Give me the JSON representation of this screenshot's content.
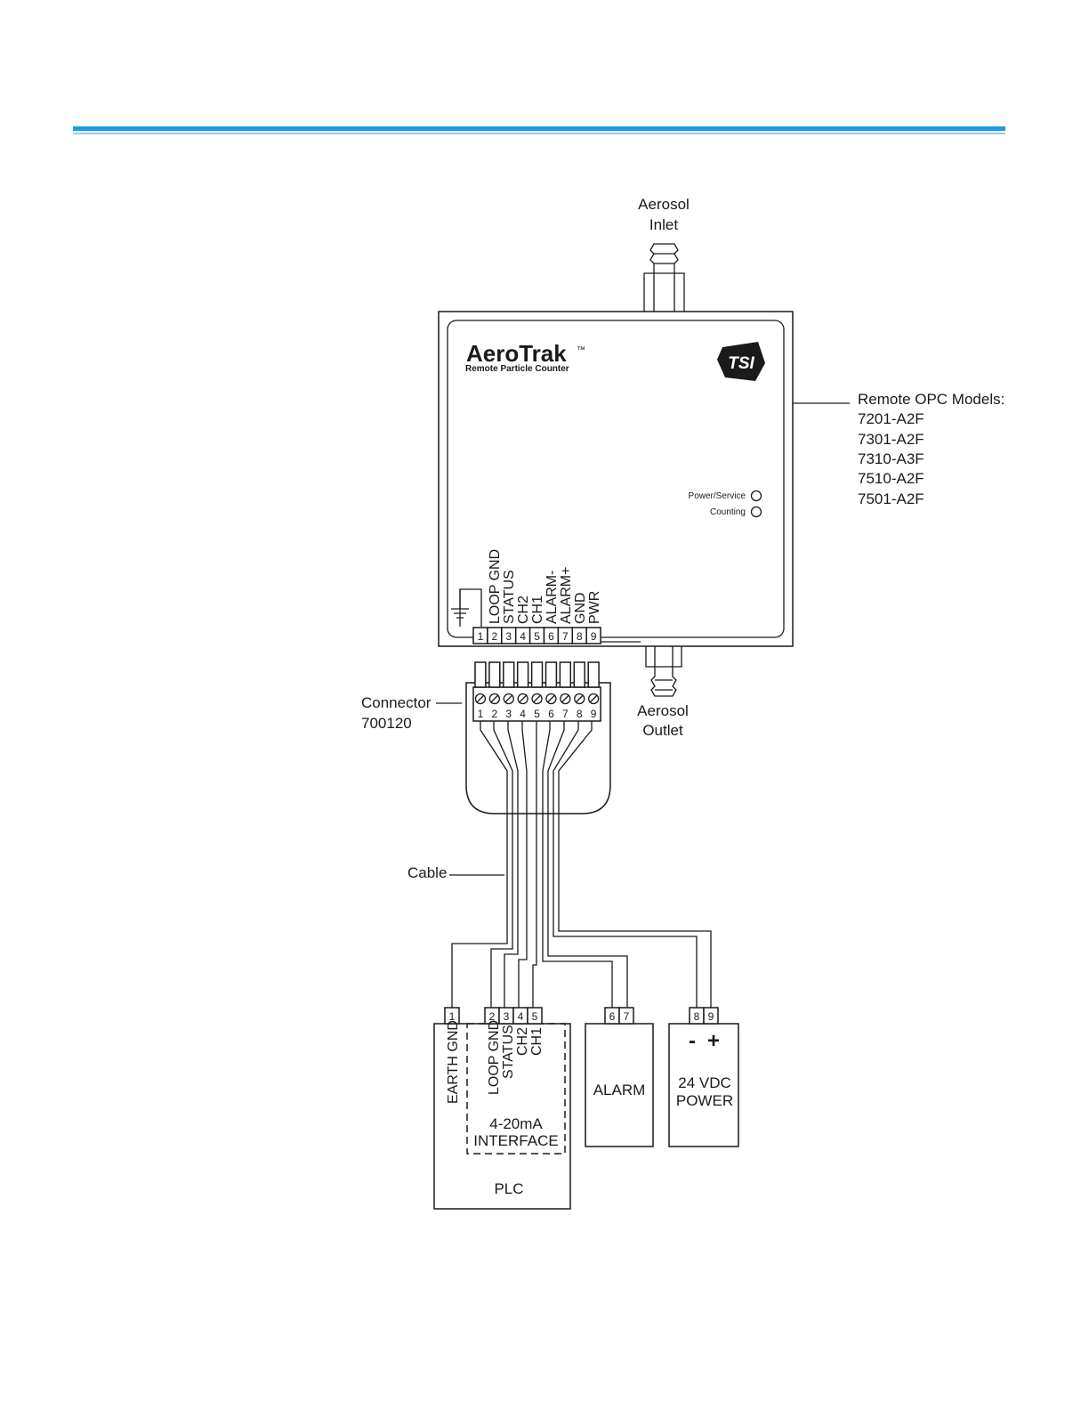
{
  "header": {
    "rule_color": "#1E9BE6",
    "rule_color_light": "#8FD0F5"
  },
  "device": {
    "brand": "AeroTrak",
    "brand_tm": "™",
    "subtitle": "Remote Particle Counter",
    "maker_logo": "TSI",
    "indicators": [
      {
        "label": "Power/Service"
      },
      {
        "label": "Counting"
      }
    ],
    "terminal_labels": [
      "LOOP GND",
      "STATUS",
      "CH2",
      "CH1",
      "ALARM-",
      "ALARM+",
      "GND",
      "PWR"
    ],
    "terminal_numbers": [
      "1",
      "2",
      "3",
      "4",
      "5",
      "6",
      "7",
      "8",
      "9"
    ],
    "ground_icon": "ground-icon"
  },
  "callouts": {
    "inlet_line1": "Aerosol",
    "inlet_line2": "Inlet",
    "outlet_line1": "Aerosol",
    "outlet_line2": "Outlet",
    "models_title": "Remote OPC Models:",
    "models": [
      "7201-A2F",
      "7301-A2F",
      "7310-A3F",
      "7510-A2F",
      "7501-A2F"
    ],
    "connector_line1": "Connector",
    "connector_line2": "700120",
    "cable": "Cable"
  },
  "plc": {
    "pins": [
      "1",
      "2",
      "3",
      "4",
      "5"
    ],
    "earth_label": "EARTH GND",
    "signal_labels": [
      "LOOP GND",
      "STATUS",
      "CH2",
      "CH1"
    ],
    "interface_line1": "4-20mA",
    "interface_line2": "INTERFACE",
    "title": "PLC"
  },
  "alarm": {
    "pins": [
      "6",
      "7"
    ],
    "title": "ALARM"
  },
  "power": {
    "pins": [
      "8",
      "9"
    ],
    "minus": "-",
    "plus": "+",
    "line1": "24 VDC",
    "line2": "POWER"
  }
}
